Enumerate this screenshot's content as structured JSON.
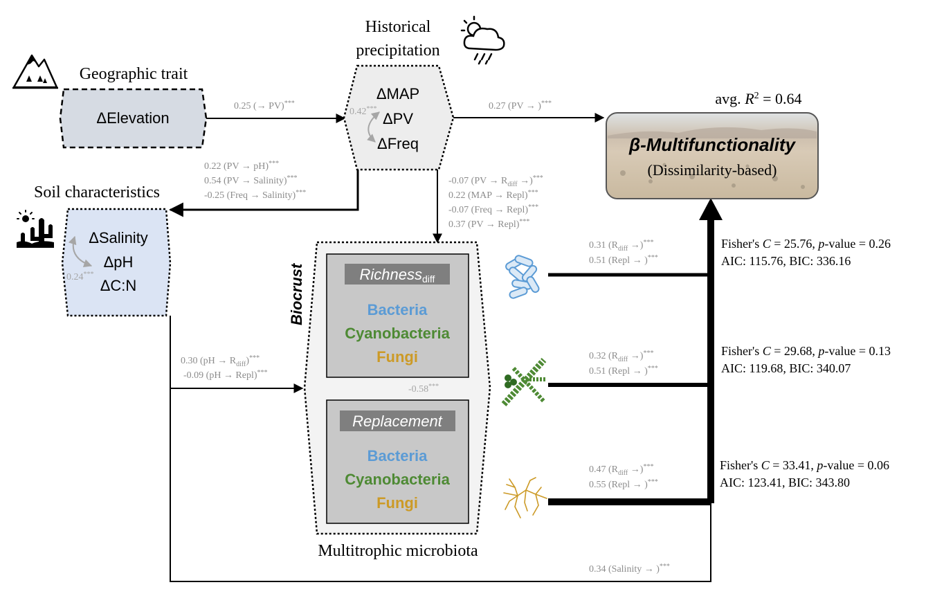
{
  "headers": {
    "geographic": "Geographic trait",
    "precip_line1": "Historical",
    "precip_line2": "precipitation",
    "soil": "Soil characteristics",
    "microbiota": "Multitrophic microbiota",
    "biocrust": "Biocrust",
    "avg_r2_prefix": "avg. ",
    "avg_r2_r": "R",
    "avg_r2_sup": "2",
    "avg_r2_suffix": " = 0.64"
  },
  "nodes": {
    "elevation": "ΔElevation",
    "precip": [
      "ΔMAP",
      "ΔPV",
      "ΔFreq"
    ],
    "precip_cov": "0.42",
    "soil": [
      "ΔSalinity",
      "ΔpH",
      "ΔC:N"
    ],
    "soil_cov": "0.24",
    "multi_title": "β-Multifunctionality",
    "multi_sub": "(Dissimilarity-based)"
  },
  "biocrust_boxes": {
    "richness_label": "Richness",
    "richness_sub": "diff",
    "replacement_label": "Replacement",
    "taxa": [
      "Bacteria",
      "Cyanobacteria",
      "Fungi"
    ],
    "between_cov": "-0.58"
  },
  "paths": {
    "elev_pv": "0.25 (→ PV)",
    "pv_multi": "0.27 (PV → )",
    "precip_soil": [
      "0.22 (PV → pH)",
      "0.54 (PV → Salinity)",
      "-0.25 (Freq → Salinity)"
    ],
    "precip_bio": [
      "-0.07 (PV → R",
      "0.22 (MAP → Repl)",
      "-0.07 (Freq → Repl)",
      "0.37 (PV → Repl)"
    ],
    "soil_bio": [
      "0.30 (pH → R",
      "-0.09 (pH → Repl)"
    ],
    "bacteria": [
      "0.31 (R",
      "0.51 (Repl → )"
    ],
    "cyano": [
      "0.32 (R",
      "0.51 (Repl → )"
    ],
    "fungi": [
      "0.47 (R",
      "0.55 (Repl → )"
    ],
    "salinity_multi": "0.34 (Salinity → )",
    "stars": "***",
    "diff": "diff",
    "arrow_suffix": " →)"
  },
  "fit_stats": [
    {
      "line1_pre": "Fisher's ",
      "c": "C",
      "line1_mid": " = 25.76, ",
      "p": "p",
      "line1_post": "-value = 0.26",
      "line2": "AIC: 115.76, BIC: 336.16"
    },
    {
      "line1_pre": "Fisher's ",
      "c": "C",
      "line1_mid": " = 29.68, ",
      "p": "p",
      "line1_post": "-value = 0.13",
      "line2": "AIC: 119.68, BIC: 340.07"
    },
    {
      "line1_pre": "Fisher's ",
      "c": "C",
      "line1_mid": " = 33.41, ",
      "p": "p",
      "line1_post": "-value = 0.06",
      "line2": "AIC: 123.41, BIC: 343.80"
    }
  ],
  "icons": [
    "mountain-icon",
    "cloud-rain-sun-icon",
    "cactus-sun-icon",
    "bacteria-icon",
    "cyanobacteria-icon",
    "fungi-icon"
  ],
  "colors": {
    "bacteria": "#5b9bd5",
    "cyanobacteria": "#4e8a34",
    "fungi": "#cc9a26",
    "elevation_fill": "#d6dbe3",
    "precip_fill": "#ededed",
    "soil_fill": "#dbe4f4",
    "biocrust_fill": "#c8c8c8",
    "grey_text": "#8c8c8c"
  }
}
